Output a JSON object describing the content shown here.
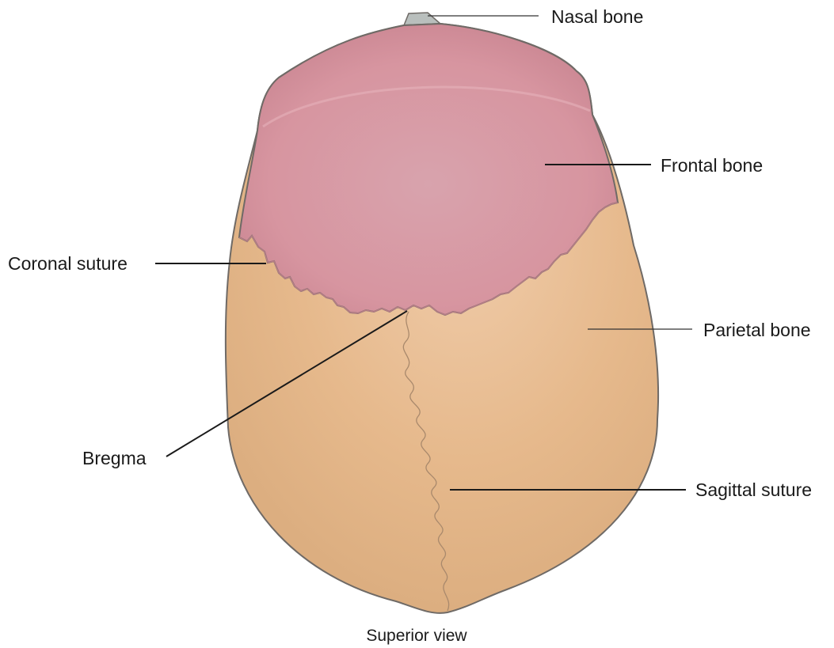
{
  "labels": {
    "nasal_bone": "Nasal bone",
    "frontal_bone": "Frontal bone",
    "coronal_suture": "Coronal suture",
    "parietal_bone": "Parietal bone",
    "bregma": "Bregma",
    "sagittal_suture": "Sagittal suture"
  },
  "caption": "Superior view",
  "colors": {
    "frontal_bone": "#d79aa2",
    "parietal_bone": "#e5b88a",
    "nasal_bone": "#b9bfbd",
    "outline": "#6f6a66"
  }
}
